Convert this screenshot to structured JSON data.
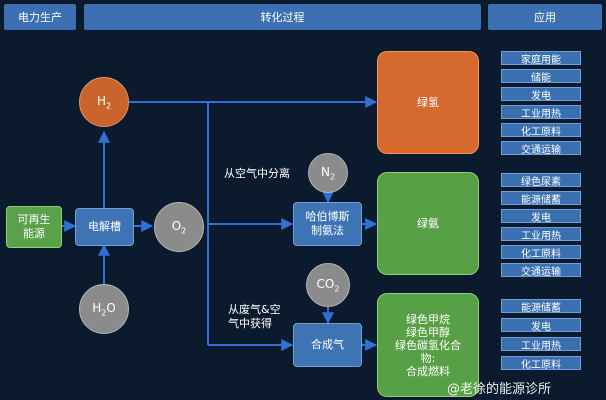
{
  "headers": {
    "production": "电力生产",
    "process": "转化过程",
    "application": "应用"
  },
  "sources": {
    "renewable_line1": "可再生",
    "renewable_line2": "能源",
    "electrolyzer": "电解槽"
  },
  "molecules": {
    "h2": "H",
    "o2": "O",
    "n2": "N",
    "co2": "CO",
    "h2o_h": "H",
    "h2o_o": "O",
    "sub2": "2"
  },
  "processes": {
    "haber_line1": "哈伯博斯",
    "haber_line2": "制氨法",
    "synthesis": "合成气",
    "air_separation": "从空气中分离",
    "waste_line1": "从废气&空",
    "waste_line2": "气中获得"
  },
  "products": {
    "green_hydrogen": "绿氢",
    "green_ammonia": "绿氨",
    "green_fuels": [
      "绿色甲烷",
      "绿色甲醇",
      "绿色碳氢化合",
      "物:",
      "合成燃料"
    ]
  },
  "applications": {
    "hydrogen": [
      "家庭用能",
      "储能",
      "发电",
      "工业用热",
      "化工原料",
      "交通运输"
    ],
    "ammonia": [
      "绿色尿素",
      "能源储蓄",
      "发电",
      "工业用热",
      "化工原料",
      "交通运输"
    ],
    "fuels": [
      "能源储蓄",
      "发电",
      "工业用热",
      "化工原料"
    ]
  },
  "watermark": "@老徐的能源诊所",
  "colors": {
    "background": "#0c1a2e",
    "line": "#2f6fd6",
    "orange": "#d66a2e",
    "green": "#58a046",
    "blue": "#3f74b4"
  }
}
